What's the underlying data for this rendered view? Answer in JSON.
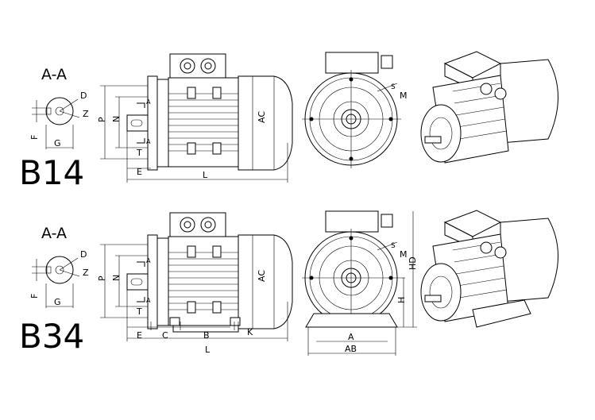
{
  "rows": [
    {
      "name": "B14",
      "section_title": "A-A",
      "section_labels": {
        "d": "D",
        "z": "Z",
        "f": "F",
        "g": "G"
      },
      "side_labels": {
        "p": "P",
        "n": "N",
        "a1": "A",
        "a2": "A",
        "t": "T",
        "e": "E",
        "l": "L",
        "ac": "AC"
      },
      "front_labels": {
        "s": "S",
        "m": "M"
      }
    },
    {
      "name": "B34",
      "section_title": "A-A",
      "section_labels": {
        "d": "D",
        "z": "Z",
        "f": "F",
        "g": "G"
      },
      "side_labels": {
        "p": "P",
        "n": "N",
        "a1": "A",
        "a2": "A",
        "t": "T",
        "e": "E",
        "c": "C",
        "b": "B",
        "k": "K",
        "l": "L",
        "ac": "AC"
      },
      "front_labels": {
        "s": "S",
        "m": "M",
        "hd": "HD",
        "h": "H",
        "a": "A",
        "ab": "AB"
      }
    }
  ]
}
